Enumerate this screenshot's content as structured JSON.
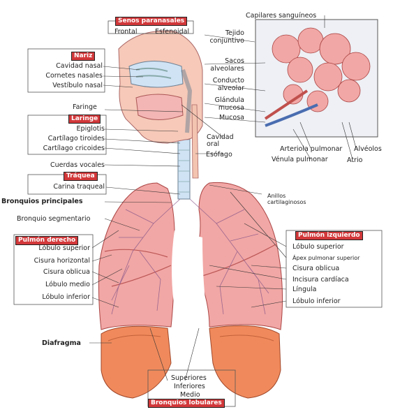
{
  "colors": {
    "header_fill": "#d2383a",
    "lung_fill": "#f1a7a5",
    "lung_dark": "#e3827f",
    "airway": "#cfe3f5",
    "diaphragm": "#f08a5c",
    "tissue": "#f6c9b8",
    "background": "#ffffff"
  },
  "senos": {
    "header": "Senos paranasales",
    "frontal": "Frontal",
    "esfenoidal": "Esfenoidal"
  },
  "nariz": {
    "header": "Nariz",
    "items": [
      "Cavidad nasal",
      "Cornetes nasales",
      "Vestíbulo nasal"
    ]
  },
  "faringe": "Faringe",
  "laringe": {
    "header": "Laringe",
    "items": [
      "Epiglotis",
      "Cartílago tiroides",
      "Cartílago cricoides",
      "Cuerdas vocales"
    ]
  },
  "traquea": {
    "header": "Tráquea",
    "items": [
      "Carina traqueal"
    ]
  },
  "bronquios_principales": "Bronquios principales",
  "bronquio_segmentario": "Bronquio segmentario",
  "pulmon_derecho": {
    "header": "Pulmón derecho",
    "items": [
      "Lóbulo superior",
      "Cisura horizontal",
      "Cisura oblicua",
      "Lóbulo medio",
      "Lóbulo inferior"
    ]
  },
  "diafragma": "Diafragma",
  "bronquios_lobulares": {
    "header": "Bronquios lobulares",
    "items": [
      "Superiores",
      "Inferiores",
      "Medio"
    ]
  },
  "cavidad_oral": "Cavidad oral",
  "esofago": "Esófago",
  "anillos": "Anillos cartilaginosos",
  "pulmon_izquierdo": {
    "header": "Pulmón izquierdo",
    "items": [
      "Lóbulo superior",
      "Ápex pulmonar superior",
      "Cisura oblicua",
      "Incisura cardíaca",
      "Língula",
      "Lóbulo inferior"
    ]
  },
  "inset": {
    "capilares": "Capilares sanguíneos",
    "tejido": "Tejido conjuntivo",
    "sacos": "Sacos alveolares",
    "conducto": "Conducto alveolar",
    "glandula": "Glándula mucosa",
    "mucosa": "Mucosa",
    "arteriola": "Arteriola pulmonar",
    "venula": "Vénula pulmonar",
    "alveolos": "Alvéolos",
    "atrio": "Atrio"
  }
}
